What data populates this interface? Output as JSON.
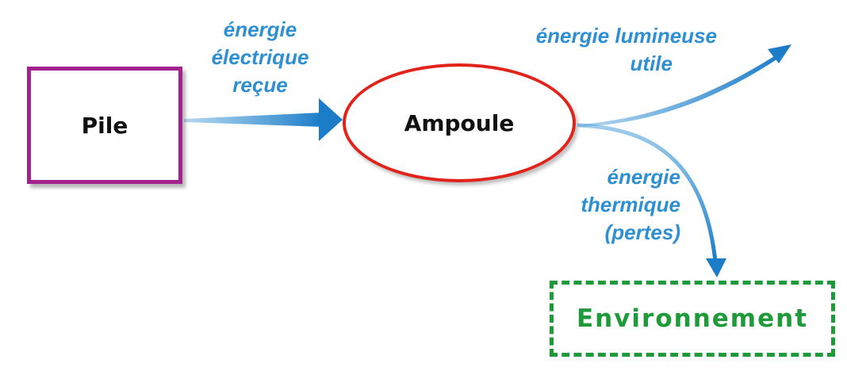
{
  "diagram": {
    "nodes": {
      "pile": {
        "label": "Pile",
        "border_color": "#a3238e"
      },
      "ampoule": {
        "label": "Ampoule",
        "border_color": "#e2231a"
      },
      "environnement": {
        "label": "Environnement",
        "border_color": "#1f9a3a",
        "border_style": "dashed"
      }
    },
    "flows": {
      "electrique": {
        "from": "Pile",
        "to": "Ampoule",
        "lines": [
          "énergie",
          "électrique",
          "reçue"
        ]
      },
      "lumineuse": {
        "from": "Ampoule",
        "to": "",
        "lines": [
          "énergie lumineuse",
          "utile"
        ]
      },
      "thermique": {
        "from": "Ampoule",
        "to": "Environnement",
        "lines": [
          "énergie",
          "thermique",
          "(pertes)"
        ]
      }
    },
    "colors": {
      "arrow": "#2e8fd3",
      "label": "#2e8fd3"
    }
  }
}
